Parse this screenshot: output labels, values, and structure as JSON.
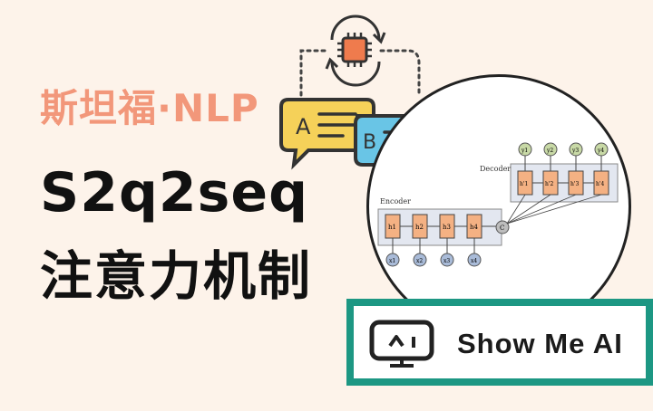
{
  "header": {
    "subtitle": "斯坦福·NLP",
    "title": "S2q2seq",
    "subtitle_cn": "注意力机制"
  },
  "diagram": {
    "encoder_label": "Encoder",
    "decoder_label": "Decoder",
    "context_label": "C",
    "encoder_states": [
      "h1",
      "h2",
      "h3",
      "h4"
    ],
    "encoder_inputs": [
      "x1",
      "x2",
      "x3",
      "x4"
    ],
    "decoder_states": [
      "h'1",
      "h'2",
      "h'3",
      "h'4"
    ],
    "decoder_outputs": [
      "y1",
      "y2",
      "y3",
      "y4"
    ]
  },
  "chat_icon": {
    "bubble_a": "A",
    "bubble_b": "B"
  },
  "logo": {
    "text": "Show Me AI"
  },
  "colors": {
    "background": "#fdf3ea",
    "accent_orange": "#f2977a",
    "logo_green": "#1d9783",
    "bubble_yellow": "#f5d159",
    "bubble_blue": "#69c5e6",
    "cell_orange": "#f4b183"
  }
}
